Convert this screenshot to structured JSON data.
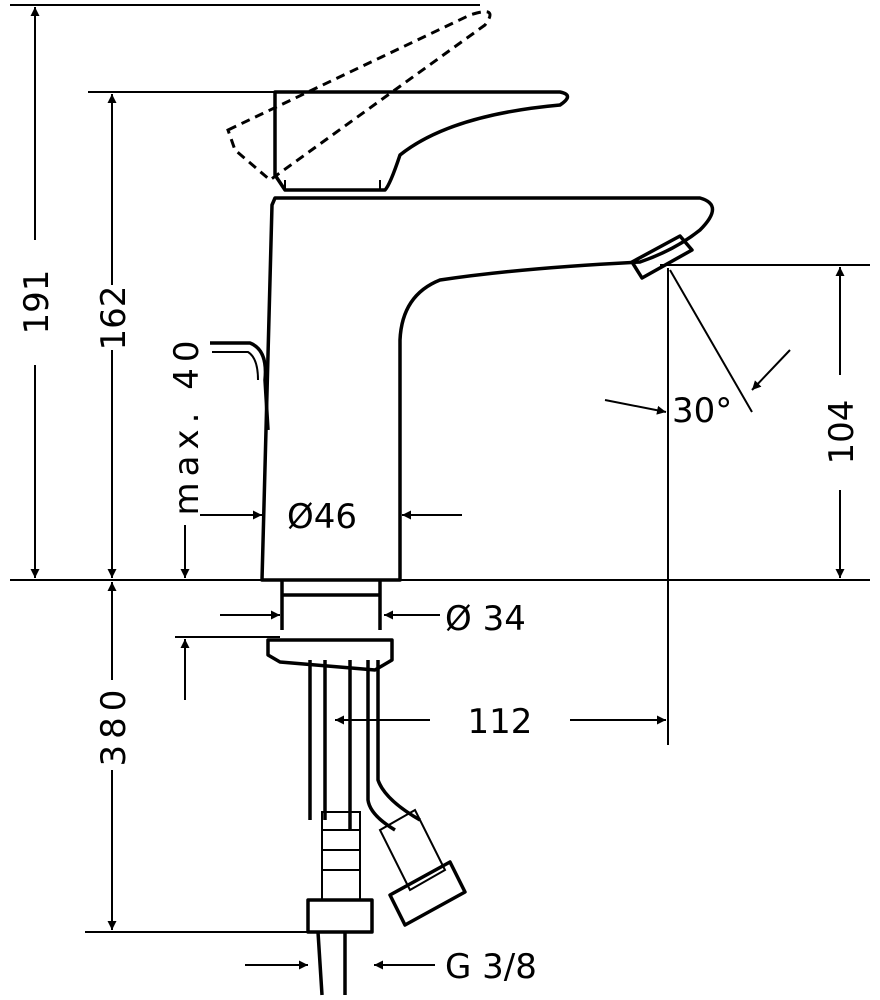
{
  "dimensions": {
    "total_height": "191",
    "handle_height": "162",
    "max_thickness": "max. 40",
    "body_diameter": "Ø46",
    "spray_angle": "30°",
    "spout_height": "104",
    "shank_diameter": "Ø 34",
    "hose_length": "380",
    "spout_reach": "112",
    "thread": "G 3/8"
  }
}
